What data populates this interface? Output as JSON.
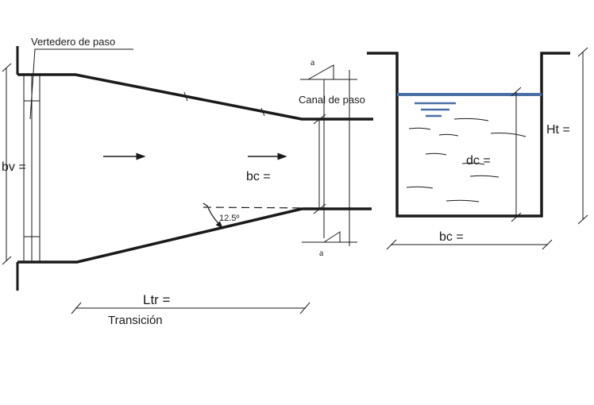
{
  "labels": {
    "weir": "Vertedero de paso",
    "channel": "Canal de paso",
    "bv": "bv =",
    "bc_plan": "bc =",
    "bc_section": "bc =",
    "angle": "12.5º",
    "ltr": "Ltr =",
    "transition": "Transición",
    "dc": "dc =",
    "ht": "Ht =",
    "section_mark_top": "a",
    "section_mark_bottom": "a"
  },
  "colors": {
    "line": "#1a1a1a",
    "water_surface": "#4a6fa5"
  },
  "icons": {
    "flow_arrow": "arrow-right-icon",
    "water_level": "water-level-icon",
    "section_cut": "section-cut-icon"
  }
}
